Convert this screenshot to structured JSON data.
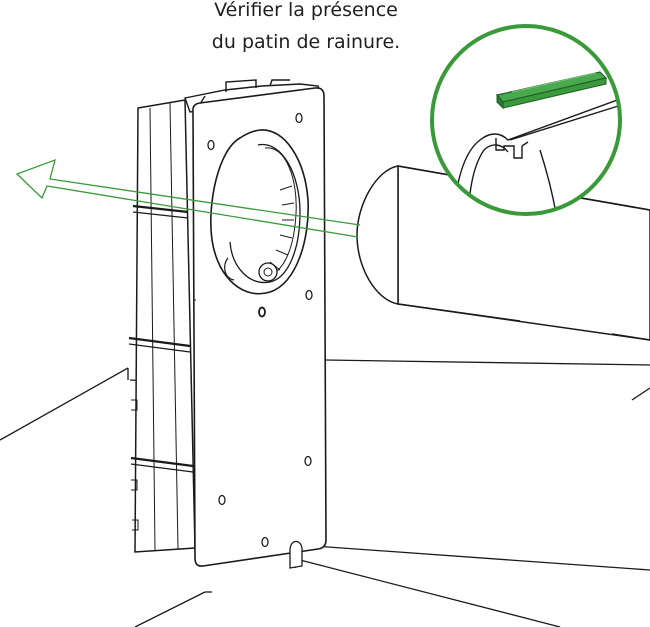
{
  "instruction": {
    "line1": "Vérifier la présence",
    "line2": "du patin de rainure."
  },
  "colors": {
    "outline": "#1a1a1a",
    "highlight_green": "#3a9a3a",
    "part_green": "#2f8a3a",
    "background": "#ffffff"
  },
  "icons": {
    "direction": "arrow-left-icon",
    "detail": "magnifier-circle"
  }
}
